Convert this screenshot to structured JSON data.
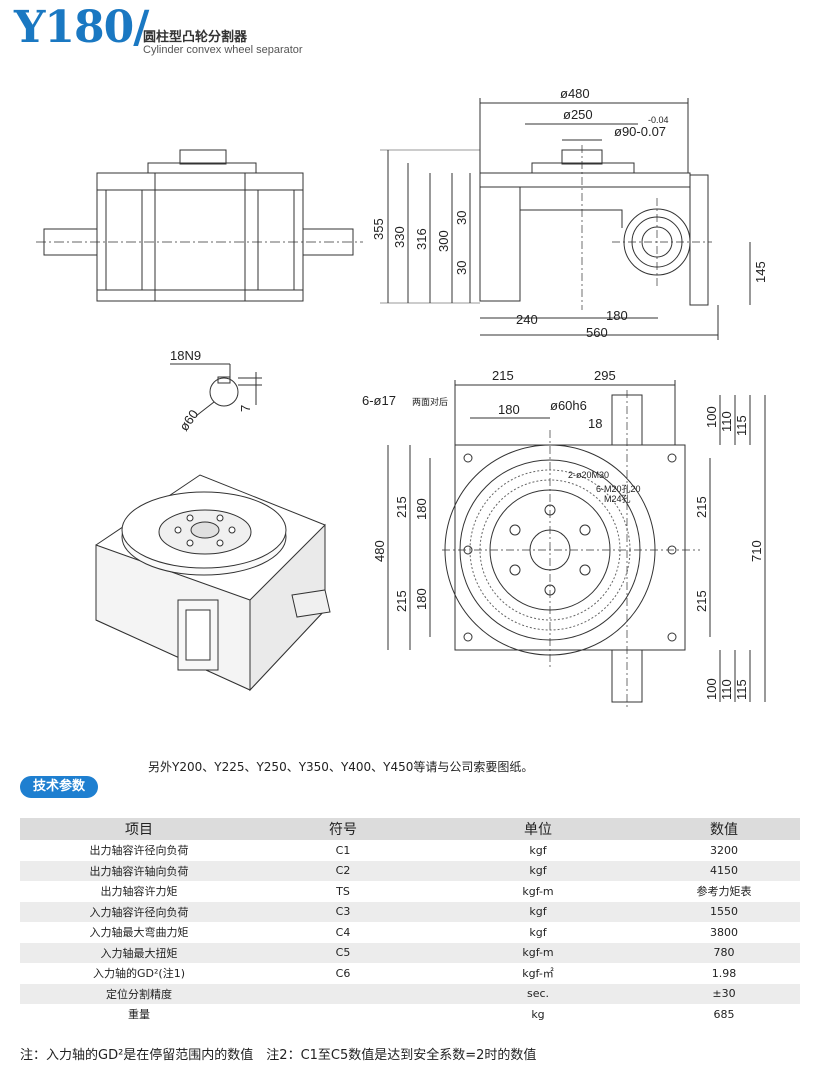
{
  "header": {
    "model": "Y180/",
    "title_cn": "圆柱型凸轮分割器",
    "title_en": "Cylinder convex wheel separator"
  },
  "drawing": {
    "dims_top": [
      "ø480",
      "ø250",
      "-0.04",
      "ø90-0.07",
      "355",
      "330",
      "316",
      "300",
      "30",
      "30",
      "145",
      "240",
      "180",
      "560"
    ],
    "shaft": [
      "18N9",
      "ø60",
      "7"
    ],
    "dims_plan": [
      "215",
      "295",
      "6-ø17",
      "两面对后",
      "180",
      "ø60h6",
      "18",
      "100",
      "110",
      "115",
      "215",
      "180",
      "480",
      "180",
      "215",
      "215",
      "710",
      "215",
      "100",
      "110",
      "115"
    ],
    "plate_labels": [
      "2-ø20M30",
      "6-M20孔20",
      "M24孔"
    ]
  },
  "note_top": "另外Y200、Y225、Y250、Y350、Y400、Y450等请与公司索要图纸。",
  "tech_badge": "技术参数",
  "table": {
    "headers": [
      "项目",
      "符号",
      "单位",
      "数值"
    ],
    "rows": [
      [
        "出力轴容许径向负荷",
        "C1",
        "kgf",
        "3200"
      ],
      [
        "出力轴容许轴向负荷",
        "C2",
        "kgf",
        "4150"
      ],
      [
        "出力轴容许力矩",
        "TS",
        "kgf-m",
        "参考力矩表"
      ],
      [
        "入力轴容许径向负荷",
        "C3",
        "kgf",
        "1550"
      ],
      [
        "入力轴最大弯曲力矩",
        "C4",
        "kgf",
        "3800"
      ],
      [
        "入力轴最大扭矩",
        "C5",
        "kgf-m",
        "780"
      ],
      [
        "入力轴的GD²(注1)",
        "C6",
        "kgf-㎡",
        "1.98"
      ],
      [
        "定位分割精度",
        "",
        "sec.",
        "±30"
      ],
      [
        "重量",
        "",
        "kg",
        "685"
      ]
    ]
  },
  "note_bottom": "注：入力轴的GD²是在停留范围内的数值　注2：C1至C5数值是达到安全系数=2时的数值",
  "colors": {
    "accent": "#1a78c2",
    "badge": "#1e7fd0",
    "row_shade": "#ececec",
    "header_shade": "#dcdcdc"
  }
}
